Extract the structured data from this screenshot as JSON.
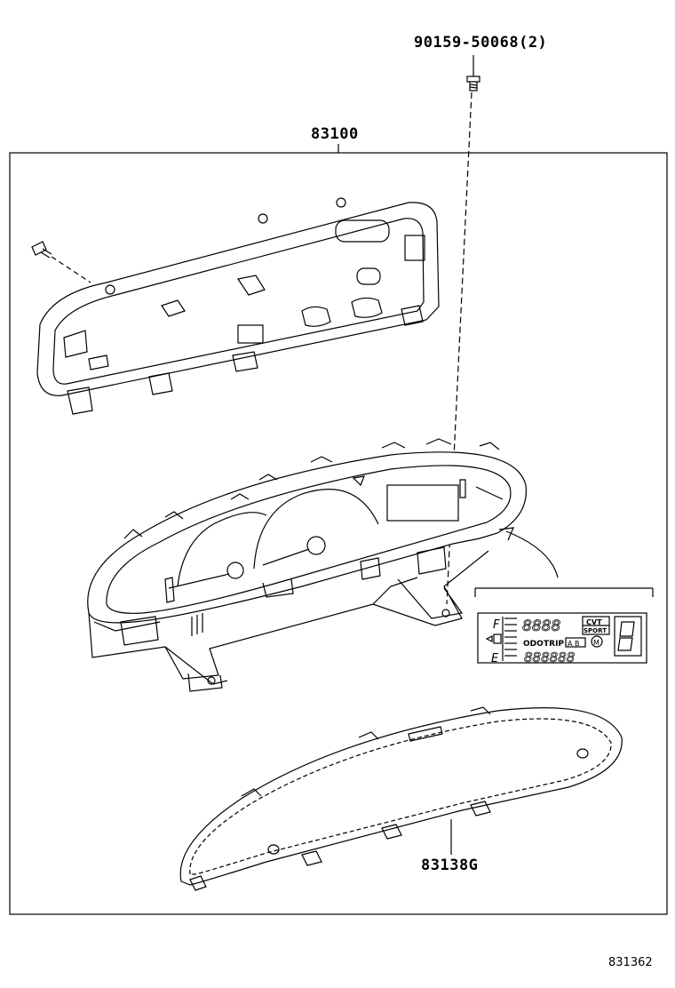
{
  "parts": {
    "screw_top": "90159-50068(2)",
    "assembly": "83100",
    "glass": "83138G"
  },
  "lcd": {
    "fuel_full": "F",
    "fuel_empty": "E",
    "odo": "ODO",
    "trip": "TRIP",
    "ab": "A B",
    "cvt": "CVT",
    "sport": "SPORT",
    "mode": "M",
    "clock_digits": "8888",
    "odo_digits": "888888"
  },
  "ref_code": "831362"
}
